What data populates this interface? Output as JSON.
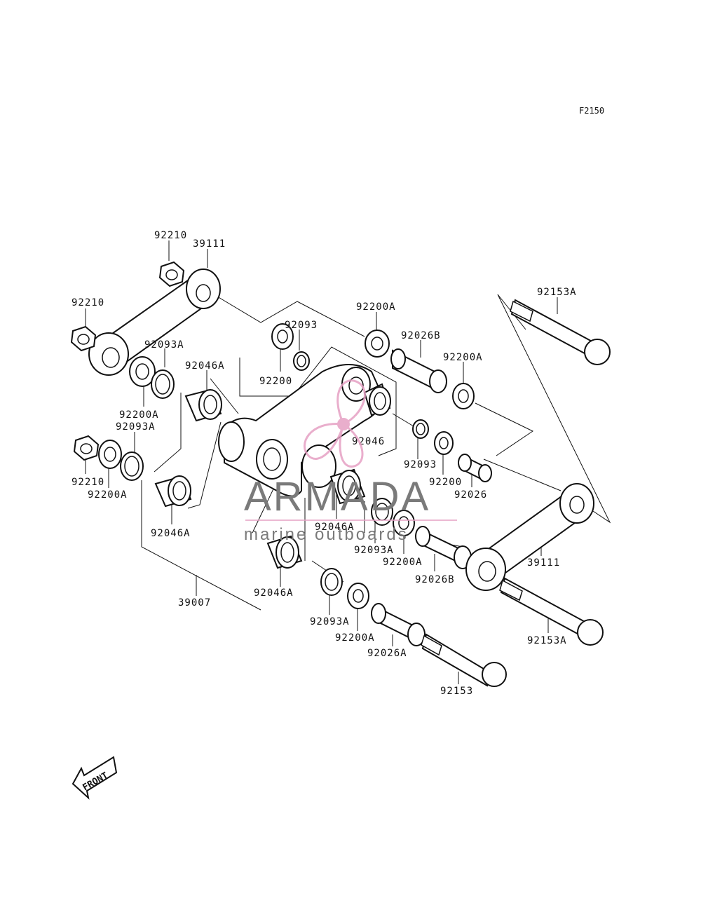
{
  "figure_code": "F2150",
  "part_labels": [
    {
      "id": "p1",
      "text": "92210"
    },
    {
      "id": "p2",
      "text": "39111"
    },
    {
      "id": "p3",
      "text": "92210"
    },
    {
      "id": "p4",
      "text": "92093A"
    },
    {
      "id": "p5",
      "text": "92046A"
    },
    {
      "id": "p6",
      "text": "92200A"
    },
    {
      "id": "p7",
      "text": "92093A"
    },
    {
      "id": "p8",
      "text": "92210"
    },
    {
      "id": "p9",
      "text": "92200A"
    },
    {
      "id": "p10",
      "text": "92046A"
    },
    {
      "id": "p11",
      "text": "39007"
    },
    {
      "id": "p12",
      "text": "92093"
    },
    {
      "id": "p13",
      "text": "92200"
    },
    {
      "id": "p14",
      "text": "92200A"
    },
    {
      "id": "p15",
      "text": "92026B"
    },
    {
      "id": "p16",
      "text": "92200A"
    },
    {
      "id": "p17",
      "text": "92153A"
    },
    {
      "id": "p18",
      "text": "92046"
    },
    {
      "id": "p19",
      "text": "92093"
    },
    {
      "id": "p20",
      "text": "92200"
    },
    {
      "id": "p21",
      "text": "92026"
    },
    {
      "id": "p22",
      "text": "92046A"
    },
    {
      "id": "p23",
      "text": "92093A"
    },
    {
      "id": "p24",
      "text": "92200A"
    },
    {
      "id": "p25",
      "text": "92026B"
    },
    {
      "id": "p26",
      "text": "39111"
    },
    {
      "id": "p27",
      "text": "92046A"
    },
    {
      "id": "p28",
      "text": "92093A"
    },
    {
      "id": "p29",
      "text": "92200A"
    },
    {
      "id": "p30",
      "text": "92026A"
    },
    {
      "id": "p31",
      "text": "92153A"
    },
    {
      "id": "p32",
      "text": "92153"
    }
  ],
  "watermark": {
    "brand": "ARMADA",
    "tagline": "marine outboards",
    "logo_color": "#e6a0c4",
    "text_color": "#7a7a7a"
  },
  "front_arrow": {
    "label": "FRONT"
  },
  "colors": {
    "line": "#111111",
    "background": "#ffffff"
  }
}
